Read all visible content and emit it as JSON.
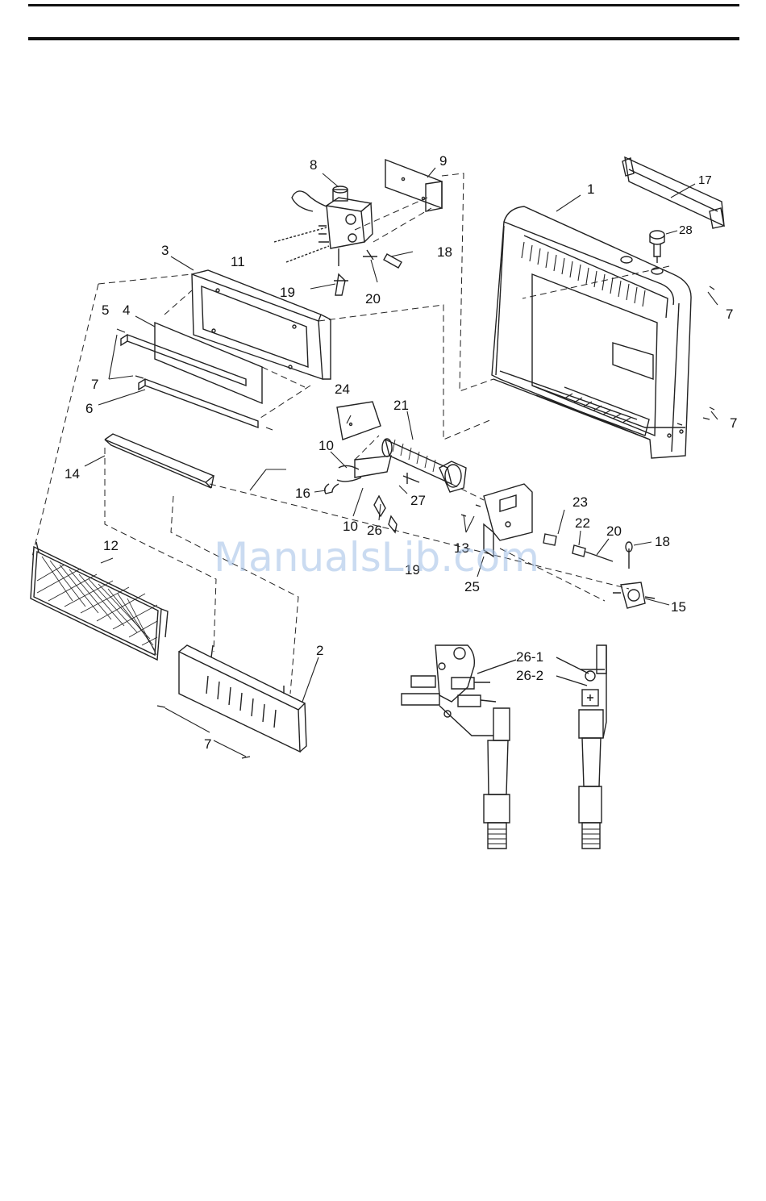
{
  "watermark": "ManualsLib.com",
  "part_labels": [
    "1",
    "2",
    "3",
    "4",
    "5",
    "6",
    "7",
    "7",
    "7",
    "7",
    "7",
    "8",
    "9",
    "10",
    "10",
    "11",
    "12",
    "13",
    "14",
    "15",
    "16",
    "17",
    "18",
    "18",
    "19",
    "19",
    "20",
    "20",
    "21",
    "22",
    "23",
    "24",
    "25",
    "26",
    "27",
    "28",
    "26-1",
    "26-2"
  ],
  "detail_labels": {
    "a": "26-1",
    "b": "26-2"
  }
}
